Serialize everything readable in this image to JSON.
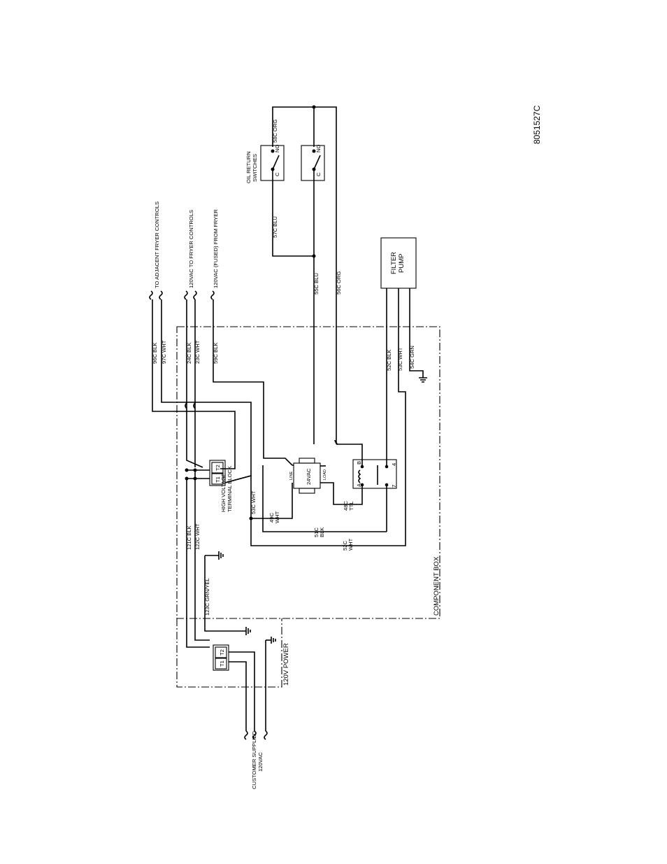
{
  "drawing_number": "8051527C",
  "labels": {
    "to_adjacent": "TO ADJACENT FRYER CONTROLS",
    "to_fryer": "120VAC TO FRYER CONTROLS",
    "from_fryer": "120VAC (FUSED) FROM FRYER",
    "customer_supplied": "CUSTOMER SUPPLIED",
    "customer_voltage": "120VAC",
    "power_120v": "120V POWER",
    "component_box": "COMPONENT BOX",
    "hv_block_1": "HIGH VOLTAGE",
    "hv_block_2": "TERMINAL BLOCK",
    "oil_return_1": "OIL RETURN",
    "oil_return_2": "SWITCHES",
    "filter_pump_1": "FILTER",
    "filter_pump_2": "PUMP",
    "transformer": "24VAC",
    "xfmr_line": "LINE",
    "xfmr_load": "LOAD",
    "relay_a": "A",
    "relay_b": "B",
    "relay_4": "4",
    "relay_7": "7",
    "term_t1": "T1",
    "term_t2": "T2",
    "sw_c": "C",
    "sw_no": "NO"
  },
  "wires": {
    "w96c": "96C BLK",
    "w97c": "97C WHT",
    "w24c": "24C BLK",
    "w23c": "23C WHT",
    "w59c": "59C BLK",
    "w55c": "55C BLU",
    "w56c": "56C ORG",
    "w57c": "57C BLU",
    "w58c": "58C ORG",
    "w52c": "52C BLK",
    "w53c": "53C WHT",
    "w54c": "54C GRN",
    "w53c_wht": "53C WHT",
    "w49c_1": "49C",
    "w49c_2": "WHT",
    "w48c_1": "48C",
    "w48c_2": "TTL",
    "w51c_1": "51C",
    "w51c_2": "BLK",
    "w52c_1": "52C",
    "w52c_2": "WHT",
    "w121c": "121C BLK",
    "w122c": "122C WHT",
    "w123c": "123C GRN/YEL"
  }
}
